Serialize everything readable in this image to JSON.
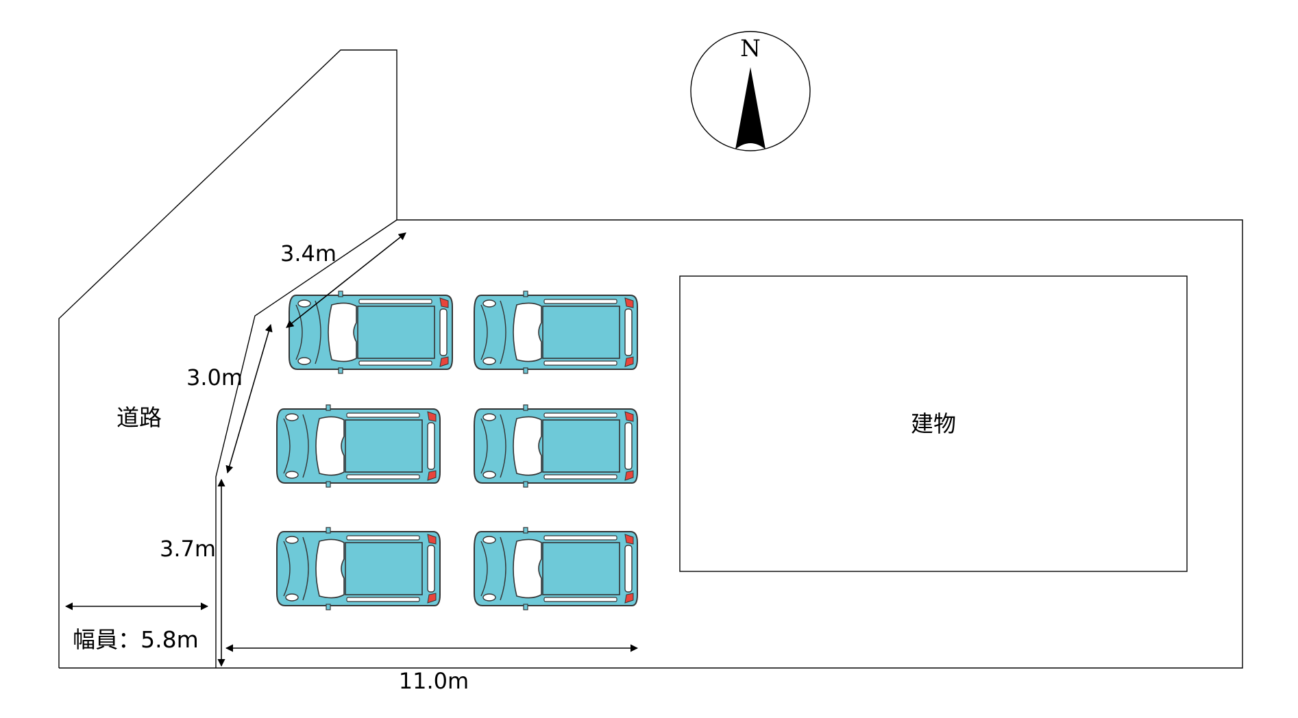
{
  "compass": {
    "letter": "N"
  },
  "labels": {
    "road": "道路",
    "building": "建物",
    "width": "幅員：5.8m"
  },
  "dimensions": {
    "diag_top": "3.4m",
    "diag_left": "3.0m",
    "vertical": "3.7m",
    "bottom": "11.0m"
  },
  "parking": {
    "spaces": 6,
    "colors": {
      "body": "#6ec9d8",
      "glass": "#ffffff",
      "light": "#e8453c",
      "line": "#3a3a3a"
    }
  }
}
